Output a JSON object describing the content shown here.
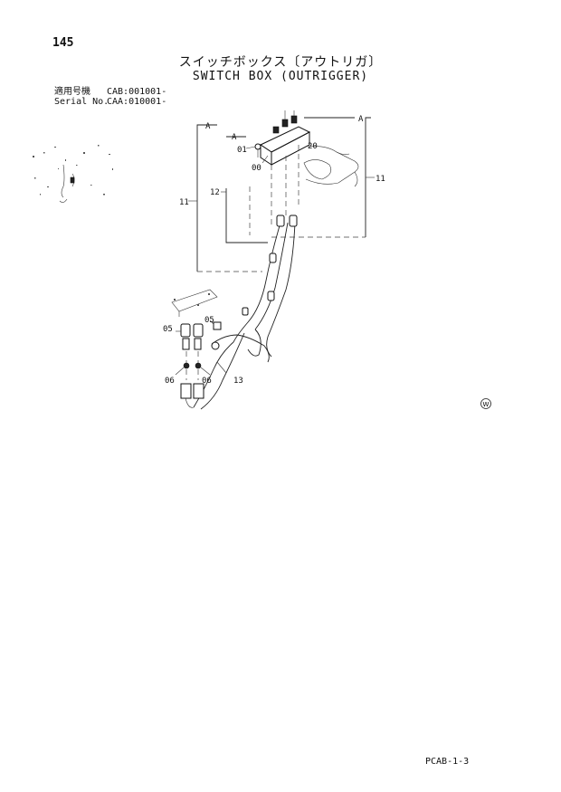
{
  "page_number": "145",
  "title_jp": "スイッチボックス〔アウトリガ〕",
  "title_en": "SWITCH BOX (OUTRIGGER)",
  "serial": {
    "row1_label": "適用号機",
    "row1_value": "CAB:001001-",
    "row2_label": "Serial No.",
    "row2_value": "CAA:010001-"
  },
  "callouts": {
    "view_a_left": "A",
    "view_a_right": "A",
    "view_a_inner": "A",
    "p00": "00",
    "p01": "01",
    "p20": "20",
    "p11_left": "11",
    "p11_right": "11",
    "p12": "12",
    "p05_left": "05",
    "p05_right": "05",
    "p06_left": "06",
    "p06_right": "06",
    "p13": "13"
  },
  "watermark_symbol": "W",
  "figure_code": "PCAB-1-3"
}
